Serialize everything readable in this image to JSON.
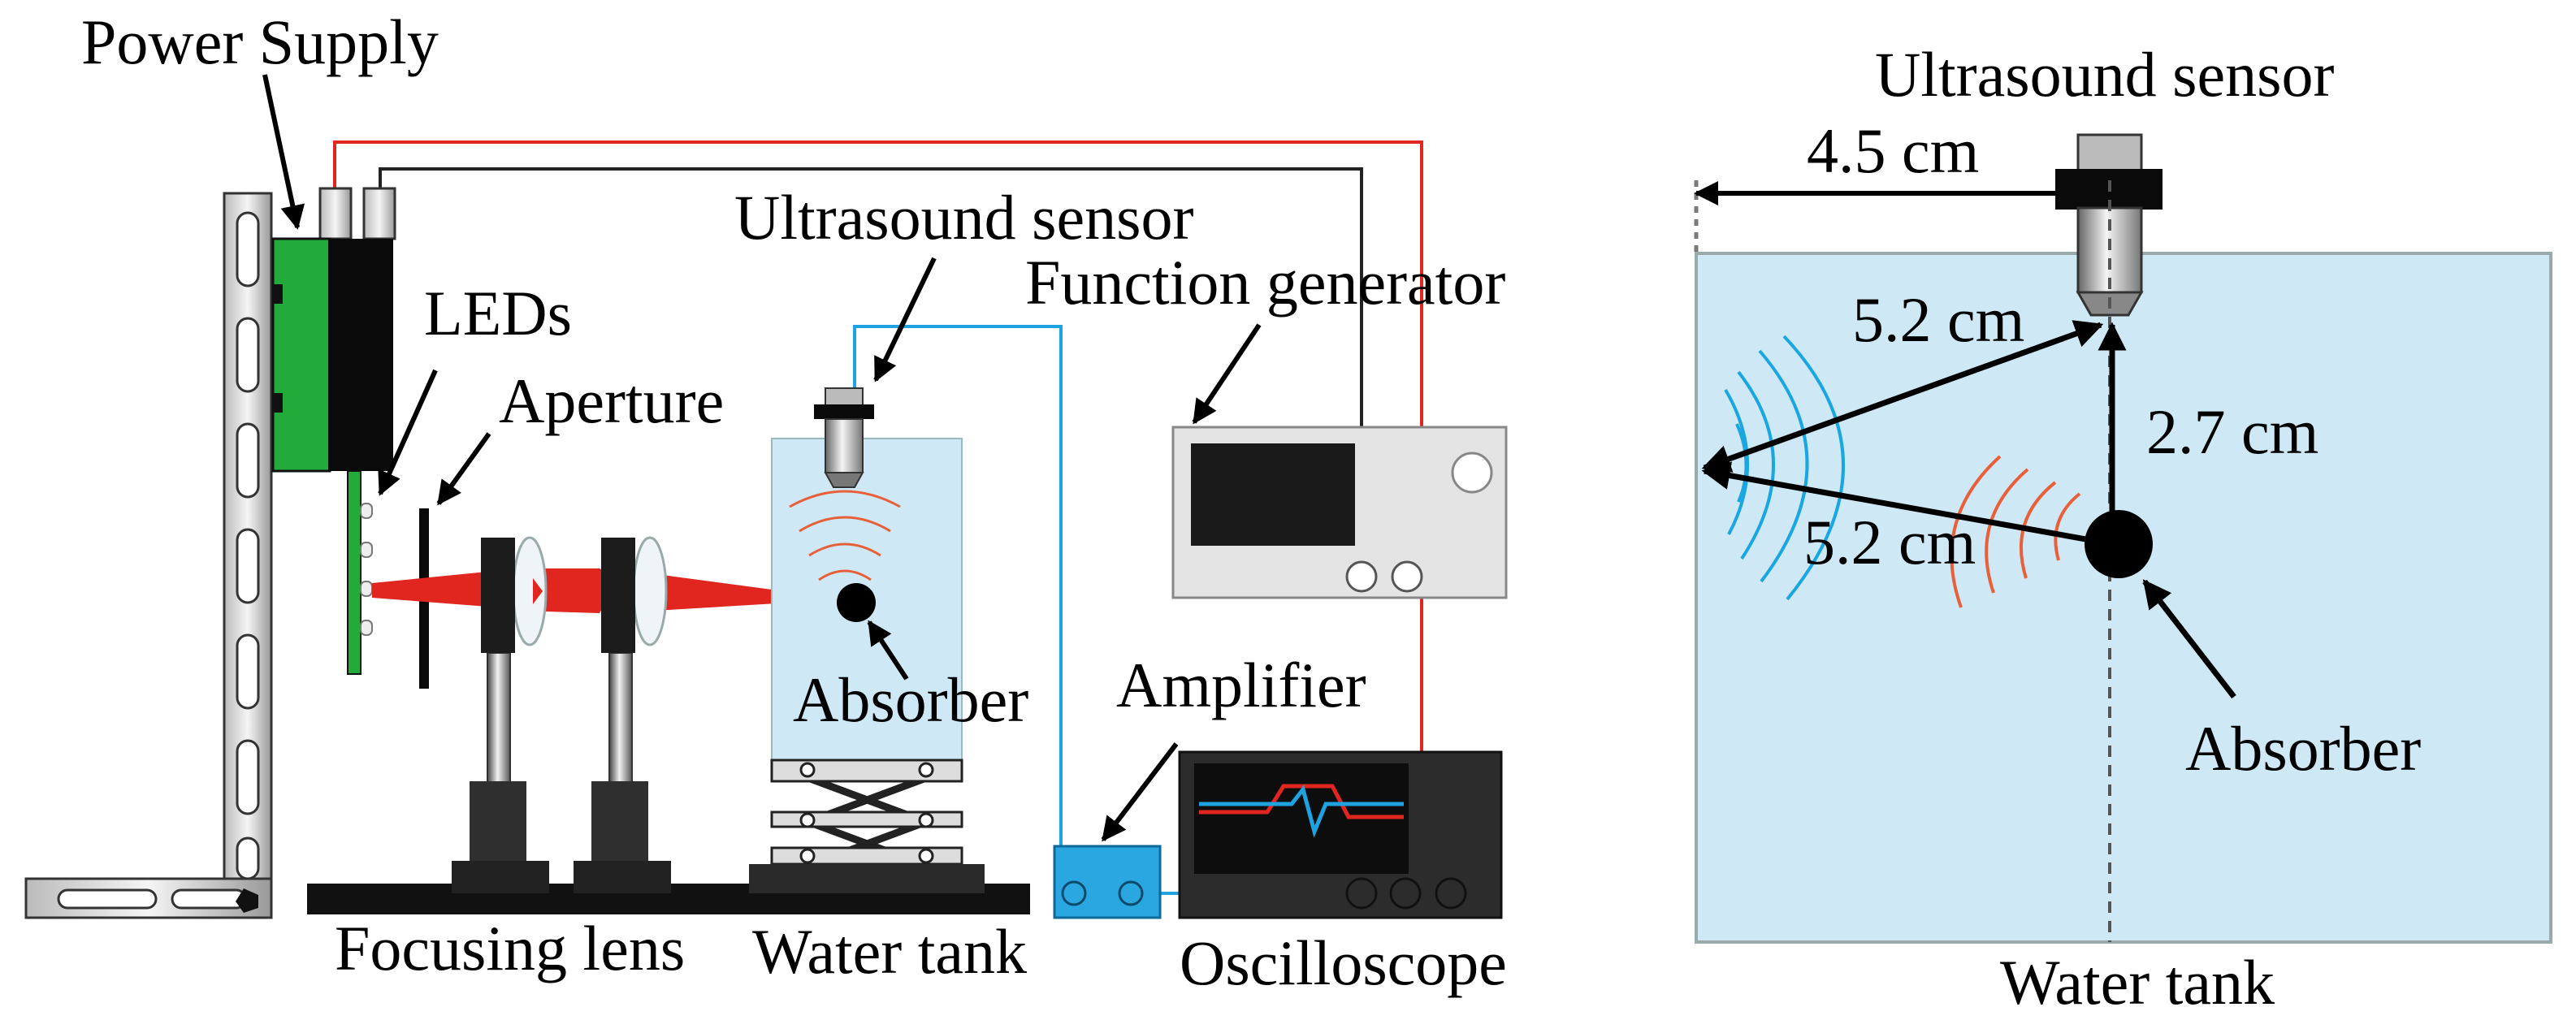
{
  "labels": {
    "power_supply": "Power Supply",
    "leds": "LEDs",
    "aperture": "Aperture",
    "ultrasound_sensor": "Ultrasound sensor",
    "function_generator": "Function generator",
    "absorber": "Absorber",
    "amplifier": "Amplifier",
    "focusing_lens": "Focusing lens",
    "water_tank": "Water tank",
    "oscilloscope": "Oscilloscope"
  },
  "right_panel": {
    "ultrasound_sensor": "Ultrasound sensor",
    "offset": "4.5 cm",
    "distance_upper": "5.2 cm",
    "distance_vertical": "2.7 cm",
    "distance_lower": "5.2 cm",
    "absorber": "Absorber",
    "water_tank": "Water tank"
  },
  "colors": {
    "power_wire": "#e0261f",
    "signal_wire": "#1fa3e0",
    "water": "#cfe8f5",
    "pcb_green": "#22aa3a",
    "beam": "#e0261f",
    "wave_orange": "#e8603a",
    "wave_blue": "#1aa6e0",
    "amplifier": "#2aa6e0"
  }
}
